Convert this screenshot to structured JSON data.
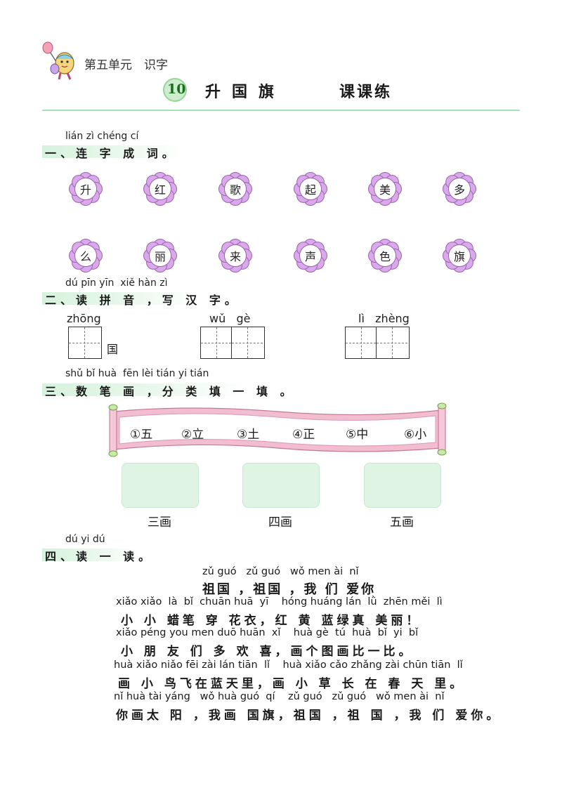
{
  "header": {
    "unit": "第五单元　识字",
    "lesson_number": "10",
    "lesson_title": "升国旗",
    "practice": "课课练"
  },
  "section1": {
    "pinyin": "lián zì chéng cí",
    "heading": "一、连 字 成 词。",
    "row1": [
      "升",
      "红",
      "歌",
      "起",
      "美",
      "多"
    ],
    "row2": [
      "么",
      "丽",
      "来",
      "声",
      "色",
      "旗"
    ]
  },
  "section2": {
    "pinyin": "dú pīn yīn  xiě hàn zì",
    "heading": "二、读 拼 音 ，写 汉 字。",
    "items": [
      {
        "pinyin": "zhōng",
        "suffix": "国"
      },
      {
        "pinyin": "wǔ   gè"
      },
      {
        "pinyin": "lì   zhèng"
      }
    ]
  },
  "section3": {
    "pinyin": "shǔ bǐ huà  fēn lèi tián yi tián",
    "heading": "三、数 笔 画 ，分 类 填 一 填 。",
    "scroll_items": [
      "①五",
      "②立",
      "③土",
      "④正",
      "⑤中",
      "⑥小"
    ],
    "boxes": [
      "三画",
      "四画",
      "五画"
    ]
  },
  "section4": {
    "pinyin": "dú yi dú",
    "heading": "四、读 一 读。",
    "poem": {
      "title_pinyin": "zǔ guó   zǔ guó   wǒ men ài  nǐ",
      "title": "祖国 ，祖国 ，我 们 爱你",
      "lines": [
        {
          "pinyin": "xiǎo xiǎo  là  bǐ  chuān huā  yī    hóng huáng lán  lǜ  zhēn měi  lì",
          "text": "小 小 蜡笔 穿 花衣，红 黄 蓝绿真 美丽！"
        },
        {
          "pinyin": "xiǎo péng you men duō huān  xǐ    huà gè  tú  huà  bǐ  yi  bǐ",
          "text": "小 朋 友 们 多 欢 喜，画个图画比一比。"
        },
        {
          "pinyin": "huà xiǎo niǎo fēi zài lán tiān  lǐ    huà xiǎo cǎo zhǎng zài chūn tiān  lǐ",
          "text": "画 小 鸟飞在蓝天里，画 小 草 长 在 春 天 里。"
        },
        {
          "pinyin": "nǐ huà tài yáng   wǒ huà guó  qí    zǔ guó   zǔ guó   wǒ men ài  nǐ",
          "text": "你画太 阳 ，我画 国旗，祖国 ，祖 国 ，我 们 爱你。"
        }
      ]
    }
  },
  "colors": {
    "accent_green": "#a6e3b4",
    "flower_purple": "#d9a9ec",
    "scroll_pink": "#f2bcd1"
  }
}
